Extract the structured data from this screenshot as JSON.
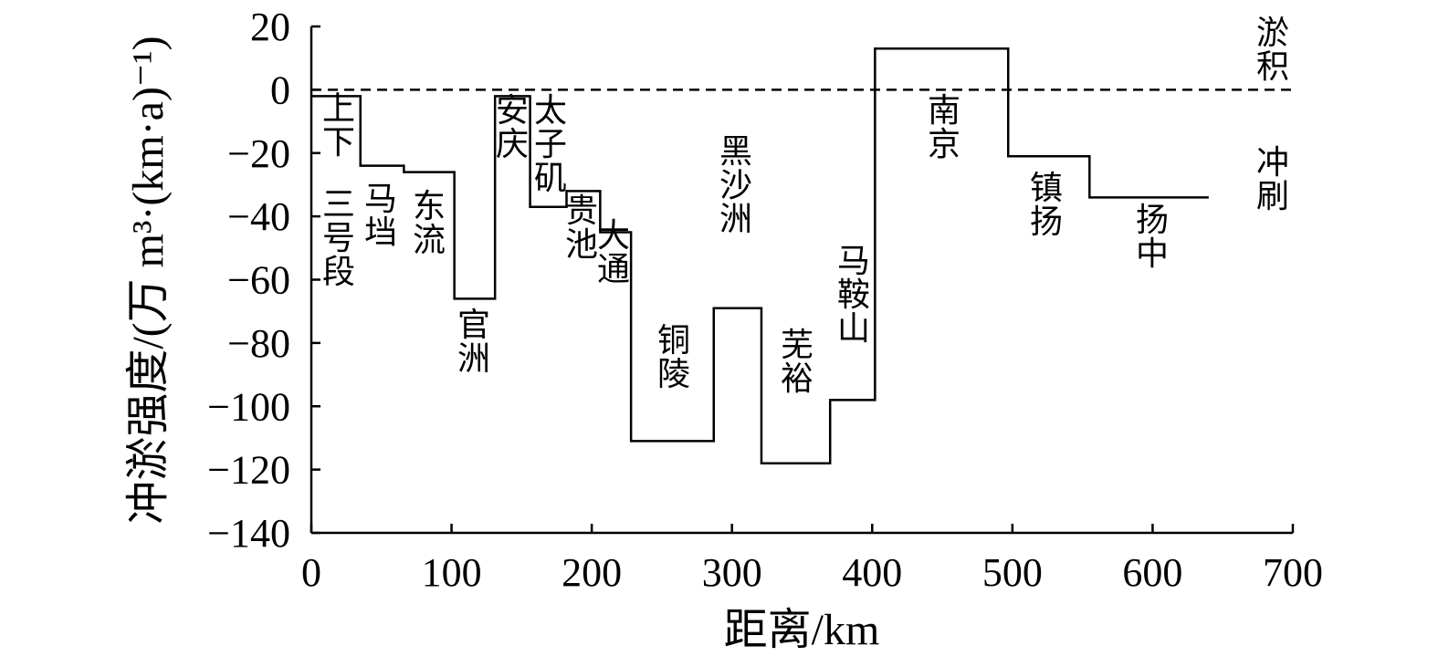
{
  "chart_data": {
    "type": "line",
    "step": true,
    "xlabel": "距离/km",
    "ylabel": "冲淤强度/(万 m³·(km·a)⁻¹)",
    "xlim": [
      0,
      700
    ],
    "ylim": [
      -140,
      20
    ],
    "xticks": [
      0,
      100,
      200,
      300,
      400,
      500,
      600,
      700
    ],
    "yticks": [
      20,
      0,
      -20,
      -40,
      -60,
      -80,
      -100,
      -120,
      -140
    ],
    "ytick_labels": [
      "20",
      "0",
      "−20",
      "−40",
      "−60",
      "−80",
      "−100",
      "−120",
      "−140"
    ],
    "reference_line": {
      "y": 0,
      "style": "dashed"
    },
    "side_labels": {
      "above": "淤积",
      "below": "冲刷"
    },
    "segments": [
      {
        "name": "上下三号段",
        "x0": 0,
        "x1": 35,
        "y": -2
      },
      {
        "name": "马垱",
        "x0": 35,
        "x1": 66,
        "y": -24
      },
      {
        "name": "东流",
        "x0": 66,
        "x1": 102,
        "y": -26
      },
      {
        "name": "官洲",
        "x0": 102,
        "x1": 131,
        "y": -66
      },
      {
        "name": "安庆",
        "x0": 131,
        "x1": 156,
        "y": -2
      },
      {
        "name": "太子矶",
        "x0": 156,
        "x1": 182,
        "y": -37
      },
      {
        "name": "贵池",
        "x0": 182,
        "x1": 206,
        "y": -32
      },
      {
        "name": "大通",
        "x0": 206,
        "x1": 228,
        "y": -45
      },
      {
        "name": "铜陵",
        "x0": 228,
        "x1": 287,
        "y": -111
      },
      {
        "name": "黑沙洲",
        "x0": 287,
        "x1": 321,
        "y": -69
      },
      {
        "name": "芜裕",
        "x0": 321,
        "x1": 370,
        "y": -118
      },
      {
        "name": "马鞍山",
        "x0": 370,
        "x1": 402,
        "y": -98
      },
      {
        "name": "南京",
        "x0": 402,
        "x1": 497,
        "y": 13
      },
      {
        "name": "镇扬",
        "x0": 497,
        "x1": 555,
        "y": -21
      },
      {
        "name": "扬中",
        "x0": 555,
        "x1": 640,
        "y": -34
      }
    ]
  }
}
